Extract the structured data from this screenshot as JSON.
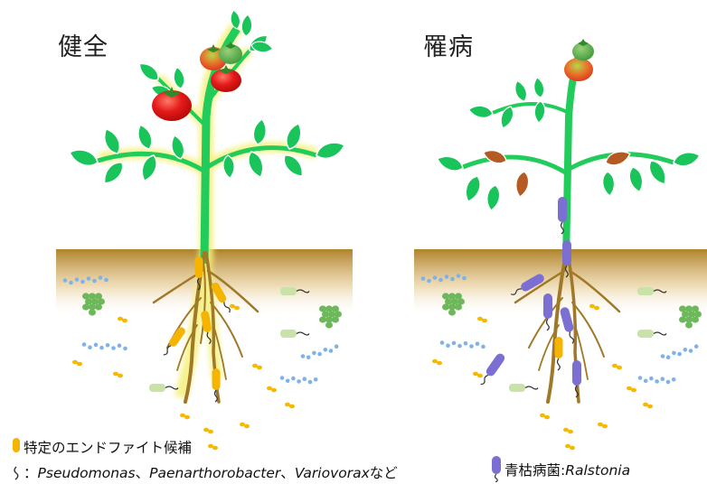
{
  "panels": {
    "healthy": {
      "title": "健全"
    },
    "diseased": {
      "title": "罹病"
    }
  },
  "legend": {
    "endophyte_label": "特定のエンドファイト候補",
    "endophyte_prefix": "：",
    "genera": [
      "Pseudomonas",
      "Paenarthorobacter",
      "Variovorax"
    ],
    "separator": "、",
    "suffix": "など",
    "pathogen_label": "青枯病菌:",
    "pathogen_genus": "Ralstonia"
  },
  "colors": {
    "soil_top": "#b0832a",
    "soil_bottom": "#ffffff",
    "stem": "#22cc5a",
    "leaf": "#19c45a",
    "leaf_stroke": "#ffffff",
    "wilted_leaf": "#b45a22",
    "root": "#a07828",
    "tomato_red": "#e51a1a",
    "tomato_green": "#5cb84a",
    "glow": "#f4f07a",
    "endophyte": "#f5b400",
    "pathogen": "#7b6fd1",
    "rod_light": "#c9e2a8",
    "coccus_orange": "#f7b800",
    "chain_blue": "#7fb2e8",
    "cluster_green": "#6cb85a"
  }
}
